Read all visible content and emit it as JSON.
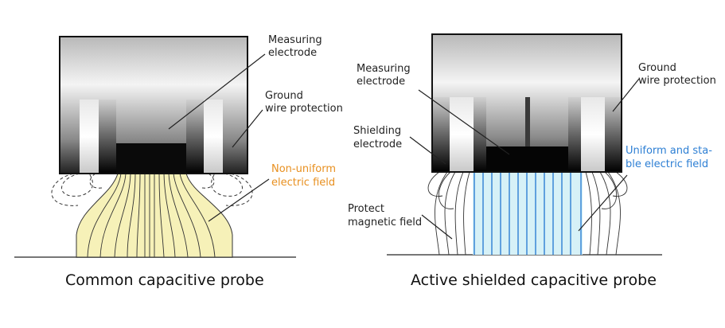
{
  "left_panel": {
    "caption": "Common capacitive probe",
    "labels": {
      "measuring_electrode": [
        "Measuring",
        "electrode"
      ],
      "ground_wire": [
        "Ground",
        "wire protection"
      ],
      "field": [
        "Non-uniform",
        "electric field"
      ]
    },
    "colors": {
      "field_fill": "#f6f1b8",
      "field_label": "#e89020"
    }
  },
  "right_panel": {
    "caption": "Active shielded capacitive probe",
    "labels": {
      "measuring_electrode": [
        "Measuring",
        "electrode"
      ],
      "ground_wire": [
        "Ground",
        "wire protection"
      ],
      "shielding_electrode": [
        "Shielding",
        "electrode"
      ],
      "field": [
        "Uniform and sta-",
        "ble electric field"
      ],
      "protect": [
        "Protect",
        "magnetic field"
      ]
    },
    "colors": {
      "field_fill": "#d6f1f7",
      "field_lines": "#2d7fd4",
      "field_label": "#2d7fd4"
    }
  }
}
